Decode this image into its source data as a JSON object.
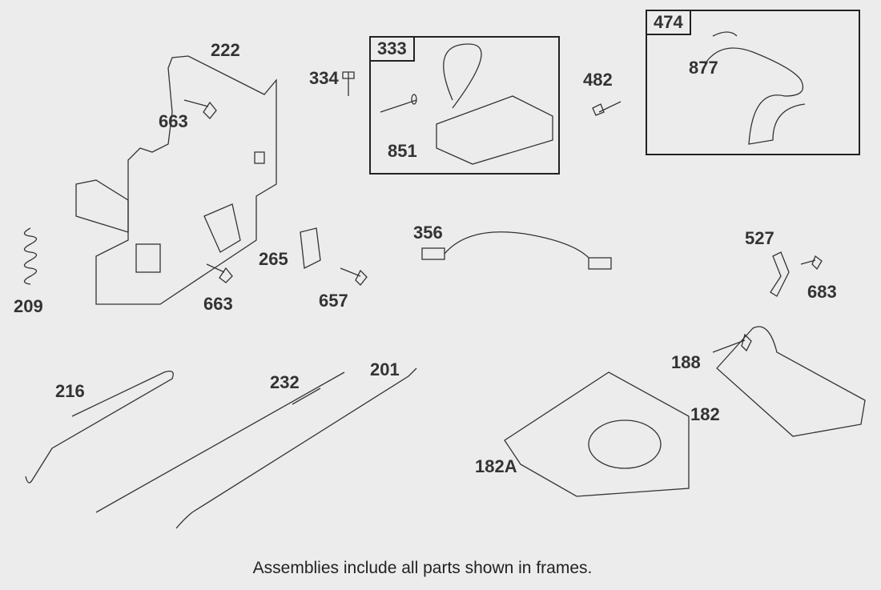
{
  "labels": {
    "p222": "222",
    "p663a": "663",
    "p334": "334",
    "p851": "851",
    "p482": "482",
    "p877": "877",
    "p356": "356",
    "p527": "527",
    "p683": "683",
    "p209": "209",
    "p663b": "663",
    "p265": "265",
    "p657": "657",
    "p216": "216",
    "p232": "232",
    "p201": "201",
    "p188": "188",
    "p182": "182",
    "p182A": "182A"
  },
  "frames": {
    "f333": "333",
    "f474": "474"
  },
  "caption": "Assemblies include all parts shown in frames."
}
